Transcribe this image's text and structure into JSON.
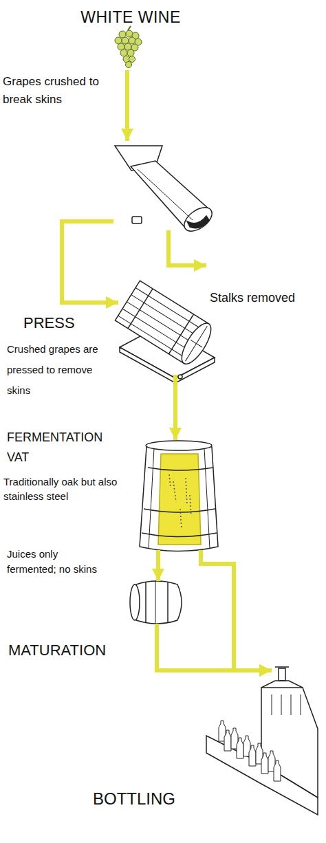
{
  "diagram": {
    "title": "WHITE WINE",
    "nodes": [
      {
        "text": [
          "Grapes crushed to break skins"
        ]
      },
      {
        "text": [
          "Stalks removed"
        ]
      },
      {
        "text": [
          "PRESS",
          "Crushed grapes are pressed to remove skins"
        ]
      },
      {
        "text": [
          "FERMENTATION VAT",
          "Traditionally oak but also stainless steel",
          "Juices only fermented; no skins"
        ]
      },
      {
        "text": [
          "MATURATION"
        ]
      },
      {
        "text": [
          "BOTTLING"
        ]
      }
    ],
    "edges": [
      {
        "from": 0,
        "to": 1,
        "arrow": "to"
      },
      {
        "from": 0,
        "to": 2,
        "arrow": "to"
      },
      {
        "from": 2,
        "to": 3,
        "arrow": "to"
      },
      {
        "from": 3,
        "to": 4,
        "arrow": "to"
      },
      {
        "from": 3,
        "to": 5,
        "arrow": "to"
      },
      {
        "from": 4,
        "to": 5,
        "arrow": "to"
      }
    ]
  }
}
